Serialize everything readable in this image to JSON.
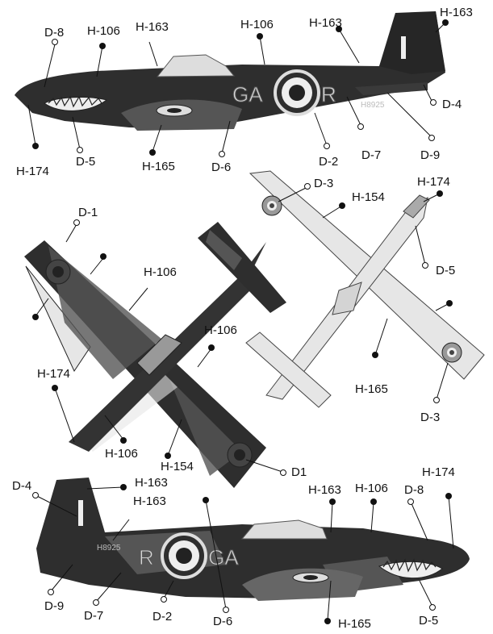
{
  "aircraft_codes": {
    "port_code": "GA",
    "port_letter": "R",
    "starboard_letter": "R",
    "starboard_code": "GA",
    "serial": "H8925",
    "fin_bar": "I"
  },
  "callouts": {
    "top_view_left": {
      "d8": "D-8",
      "h106a": "H-106",
      "h163a": "H-163",
      "h106b": "H-106",
      "h163b": "H-163",
      "h163c": "H-163",
      "d4": "D-4",
      "h174": "H-174",
      "d5": "D-5",
      "h165": "H-165",
      "d6": "D-6",
      "d2": "D-2",
      "d7": "D-7",
      "d9": "D-9"
    },
    "upper_surface": {
      "d1a": "D-1",
      "h106a": "H-106",
      "h106b": "H-106",
      "h174": "H-174",
      "h106c": "H-106",
      "h154": "H-154",
      "d1b": "D1"
    },
    "lower_surface": {
      "d3a": "D-3",
      "h174": "H-174",
      "h154": "H-154",
      "d5": "D-5",
      "h165": "H-165",
      "d3b": "D-3"
    },
    "bottom_view_right": {
      "d4": "D-4",
      "h163a": "H-163",
      "h163b": "H-163",
      "h163c": "H-163",
      "h106": "H-106",
      "d8": "D-8",
      "h174": "H-174",
      "d9": "D-9",
      "d7": "D-7",
      "d2": "D-2",
      "d6": "D-6",
      "h165": "H-165",
      "d5": "D-5"
    }
  },
  "colors": {
    "dark_green": "#2e2e2e",
    "ocean_grey": "#7a7a7a",
    "underside": "#e6e6e6",
    "black": "#111111"
  }
}
